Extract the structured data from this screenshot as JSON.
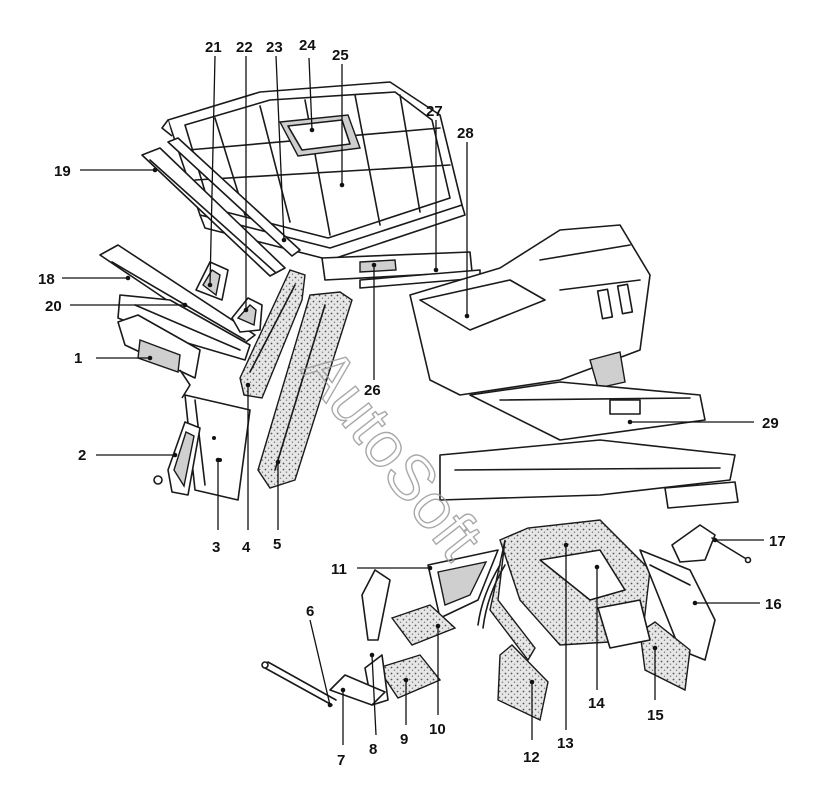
{
  "watermark": "AutoSoft",
  "callouts": [
    "1",
    "2",
    "3",
    "4",
    "5",
    "6",
    "7",
    "8",
    "9",
    "10",
    "11",
    "12",
    "13",
    "14",
    "15",
    "16",
    "17",
    "18",
    "19",
    "20",
    "21",
    "22",
    "23",
    "24",
    "25",
    "26",
    "27",
    "28",
    "29"
  ],
  "colors": {
    "ink": "#1a1a1a",
    "background": "#ffffff",
    "watermark": "#9a9a9a"
  }
}
